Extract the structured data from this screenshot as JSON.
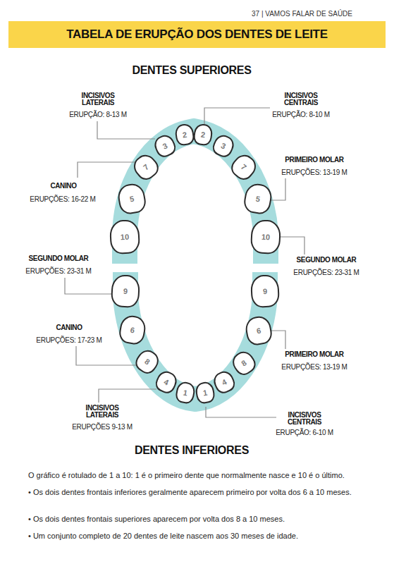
{
  "diagram": {
    "title": "TABELA DE ERUPÇÃO DOS DENTES DE LEITE",
    "nodes": [
      {
        "text": [
          "2"
        ]
      },
      {
        "text": [
          "2"
        ]
      },
      {
        "text": [
          "3"
        ]
      },
      {
        "text": [
          "3"
        ]
      },
      {
        "text": [
          "7"
        ]
      },
      {
        "text": [
          "7"
        ]
      },
      {
        "text": [
          "5"
        ]
      },
      {
        "text": [
          "5"
        ]
      },
      {
        "text": [
          "10"
        ]
      },
      {
        "text": [
          "10"
        ]
      },
      {
        "text": [
          "9"
        ]
      },
      {
        "text": [
          "9"
        ]
      },
      {
        "text": [
          "6"
        ]
      },
      {
        "text": [
          "6"
        ]
      },
      {
        "text": [
          "8"
        ]
      },
      {
        "text": [
          "8"
        ]
      },
      {
        "text": [
          "4"
        ]
      },
      {
        "text": [
          "4"
        ]
      },
      {
        "text": [
          "1"
        ]
      },
      {
        "text": [
          "1"
        ]
      }
    ],
    "labels": [
      "37 | VAMOS FALAR DE SAÚDE",
      "DENTES SUPERIORES",
      "INCISIVOS LATERAIS",
      "ERUPÇÃO: 8-13 M",
      "INCISIVOS CENTRAIS",
      "ERUPÇÃO: 8-10 M",
      "PRIMEIRO MOLAR",
      "ERUPÇÕES: 13-19 M",
      "CANINO",
      "ERUPÇÕES: 16-22 M",
      "SEGUNDO MOLAR",
      "ERUPÇÕES: 23-31 M",
      "SEGUNDO MOLAR",
      "ERUPÇÕES: 23-31 M",
      "CANINO",
      "ERUPÇÕES: 17-23 M",
      "PRIMEIRO MOLAR",
      "ERUPÇÕES: 13-19 M",
      "INCISIVOS LATERAIS",
      "ERUPÇÕES 9-13 M",
      "INCISIVOS CENTRAIS",
      "ERUPÇÃO: 6-10 M",
      "DENTES INFERIORES",
      "O gráfico é rotulado de 1 a 10: 1 é o primeiro dente que normalmente nasce e 10 é o último.",
      "• Os dois dentes frontais inferiores geralmente aparecem primeiro por volta dos 6 a 10 meses.",
      "• Os dois dentes frontais superiores aparecem por volta dos 8 a 10 meses.",
      "• Um conjunto completo de 20 dentes de leite nascem aos 30 meses de idade."
    ]
  }
}
